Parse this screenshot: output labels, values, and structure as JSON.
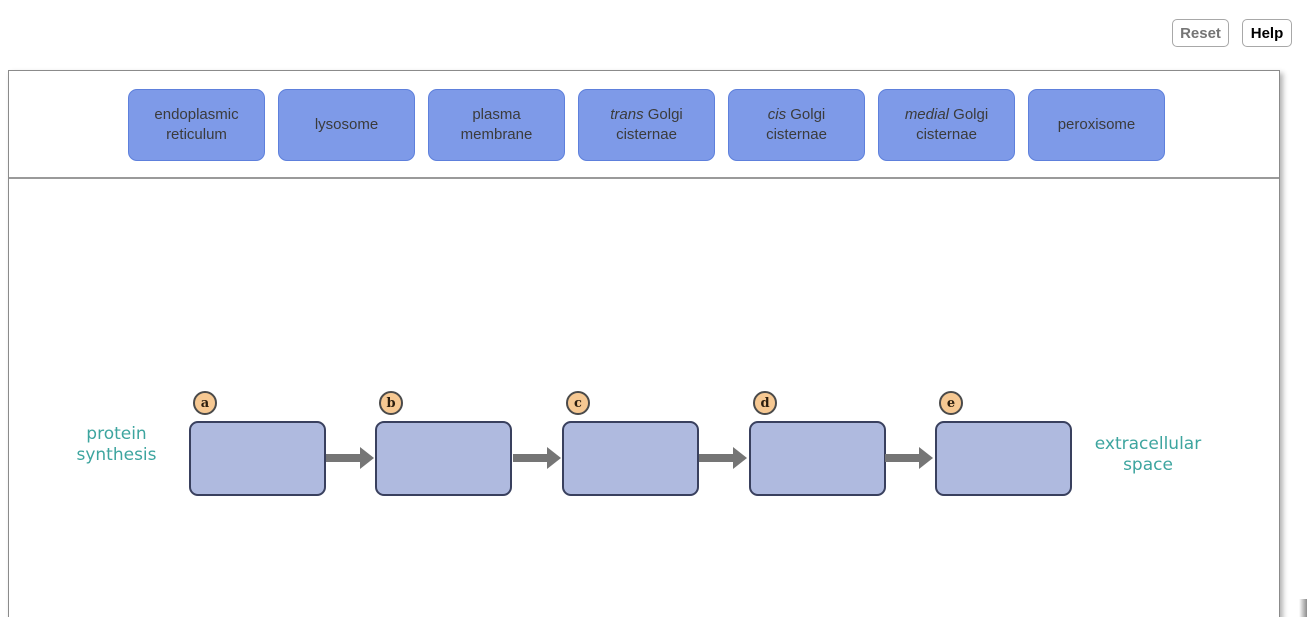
{
  "buttons": {
    "reset": "Reset",
    "help": "Help"
  },
  "word_bank": {
    "tiles": [
      {
        "italic": "",
        "text": "endoplasmic reticulum"
      },
      {
        "italic": "",
        "text": "lysosome"
      },
      {
        "italic": "",
        "text": "plasma membrane"
      },
      {
        "italic": "trans",
        "text": " Golgi cisternae"
      },
      {
        "italic": "cis",
        "text": " Golgi cisternae"
      },
      {
        "italic": "medial",
        "text": " Golgi cisternae"
      },
      {
        "italic": "",
        "text": "peroxisome"
      }
    ]
  },
  "flow": {
    "start_label": {
      "line1": "protein",
      "line2": "synthesis"
    },
    "end_label": {
      "line1": "extracellular",
      "line2": "space"
    },
    "slots": [
      {
        "letter": "a"
      },
      {
        "letter": "b"
      },
      {
        "letter": "c"
      },
      {
        "letter": "d"
      },
      {
        "letter": "e"
      }
    ]
  },
  "colors": {
    "tile_fill": "#7E9AE8",
    "tile_border": "#5E80DC",
    "slot_fill": "#AFBADF",
    "slot_border": "#39405E",
    "marker_fill": "#F6C892",
    "marker_border": "#4A4A4A",
    "arrow": "#757575",
    "flow_label_teal": "#3DA59F",
    "divider_gray": "#9A9A9A"
  }
}
